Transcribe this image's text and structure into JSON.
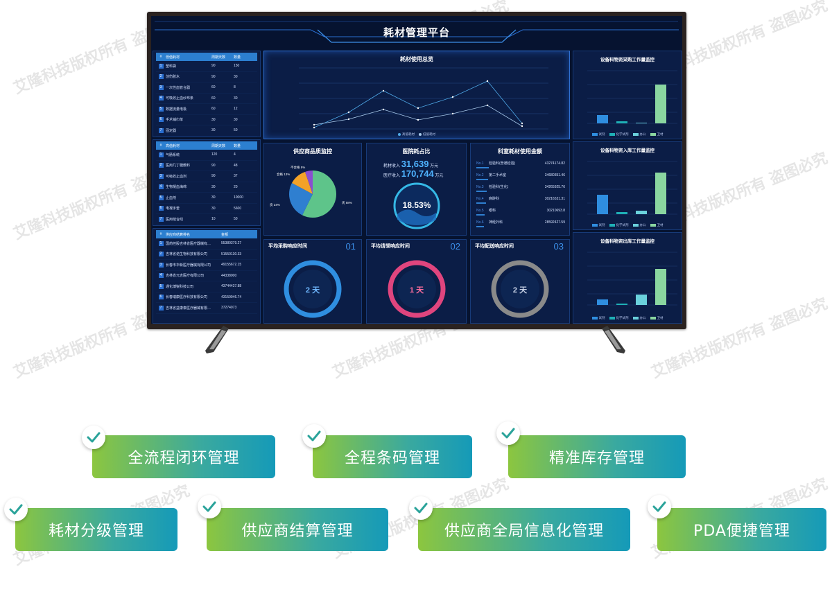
{
  "dashboard": {
    "title": "耗材管理平台",
    "low_consumables_table": {
      "headers": [
        "#",
        "低值耗材",
        "周期天数",
        "数量"
      ],
      "rows": [
        [
          "1",
          "塑料袋",
          "90",
          "150"
        ],
        [
          "2",
          "创伤胶水",
          "90",
          "30"
        ],
        [
          "3",
          "一次性血管合器",
          "60",
          "8"
        ],
        [
          "4",
          "可吸收止血纱布条",
          "60",
          "30"
        ],
        [
          "5",
          "数据流量电极",
          "60",
          "12"
        ],
        [
          "6",
          "手术铺巾单",
          "30",
          "30"
        ],
        [
          "7",
          "固定器",
          "30",
          "50"
        ]
      ]
    },
    "high_consumables_table": {
      "headers": [
        "#",
        "高值耗材",
        "周期天数",
        "数量"
      ],
      "rows": [
        [
          "1",
          "气肠系统",
          "120",
          "4"
        ],
        [
          "2",
          "医用几丁糖敷料",
          "90",
          "48"
        ],
        [
          "3",
          "可吸收止血剂",
          "90",
          "37"
        ],
        [
          "4",
          "生物凝血海绵",
          "30",
          "20"
        ],
        [
          "5",
          "止血剂",
          "30",
          "10000"
        ],
        [
          "6",
          "电凝手套",
          "30",
          "5600"
        ],
        [
          "7",
          "医用缝合线",
          "10",
          "50"
        ]
      ]
    },
    "supplier_table": {
      "headers": [
        "#",
        "供应商结算排名",
        "金额"
      ],
      "rows": [
        [
          "1",
          "国药控股吉林省医疗器械有…",
          "55380379.27"
        ],
        [
          "2",
          "吉林省诺生物科技有限公司",
          "51550130.33"
        ],
        [
          "3",
          "长春市华新医疗器械有限公司",
          "49155672.15"
        ],
        [
          "4",
          "吉林省元吉医疗有限公司",
          "44338000"
        ],
        [
          "5",
          "通化博锐科技公司",
          "43744437.88"
        ],
        [
          "6",
          "长春瑞康医疗科技有限公司",
          "43159946.74"
        ],
        [
          "7",
          "吉林省益康泰医疗器械有限…",
          "37274073"
        ]
      ]
    },
    "usage_chart": {
      "title": "耗材使用总览",
      "legend": [
        "高值耗材",
        "低值耗材"
      ]
    },
    "quality_panel": {
      "title": "供应商品质监控",
      "labels": [
        "不合格 5%",
        "合格 13%",
        "良 24%",
        "优 58%"
      ]
    },
    "ratio_panel": {
      "title": "医院耗占比",
      "consumable_label": "耗材收入",
      "consumable_value": "31,639",
      "medical_label": "医疗收入",
      "medical_value": "170,744",
      "unit": "万元",
      "percent": "18.53%"
    },
    "dept_panel": {
      "title": "科室耗材使用金额",
      "rows": [
        [
          "No.1",
          "检验科(普通检验)",
          "43274174.82"
        ],
        [
          "No.2",
          "第二手术室",
          "34680351.46"
        ],
        [
          "No.3",
          "检验科(生化)",
          "34265925.76"
        ],
        [
          "No.4",
          "麻醉科",
          "30216531.31"
        ],
        [
          "No.5",
          "眼科",
          "30210693.8"
        ],
        [
          "No.6",
          "神经外科",
          "28592427.59"
        ]
      ]
    },
    "response_panels": [
      {
        "title": "平均采购响应时间",
        "num": "01",
        "value": "2 天",
        "color": "#2f8ee0"
      },
      {
        "title": "平均请领响应时间",
        "num": "02",
        "value": "1 天",
        "color": "#e0457e"
      },
      {
        "title": "平均配送响应时间",
        "num": "03",
        "value": "2 天",
        "color": "#8a8a8a"
      }
    ],
    "right_charts": [
      {
        "title": "设备科物资采购工作量监控"
      },
      {
        "title": "设备科物资入库工作量监控"
      },
      {
        "title": "设备科物资出库工作量监控"
      }
    ],
    "right_legend": [
      "试剂",
      "化学试剂",
      "办公",
      "卫材"
    ]
  },
  "features": {
    "row1": [
      "全流程闭环管理",
      "全程条码管理",
      "精准库存管理"
    ],
    "row2": [
      "耗材分级管理",
      "供应商结算管理",
      "供应商全局信息化管理",
      "PDA便捷管理"
    ]
  },
  "watermark": "艾隆科技版权所有 盗图必究",
  "colors": {
    "screen_bg": "#061330",
    "panel_bg": "#0b1d46",
    "accent_blue": "#2c7fd0",
    "feature_green": "#8cc63f",
    "feature_teal": "#159ab8"
  }
}
